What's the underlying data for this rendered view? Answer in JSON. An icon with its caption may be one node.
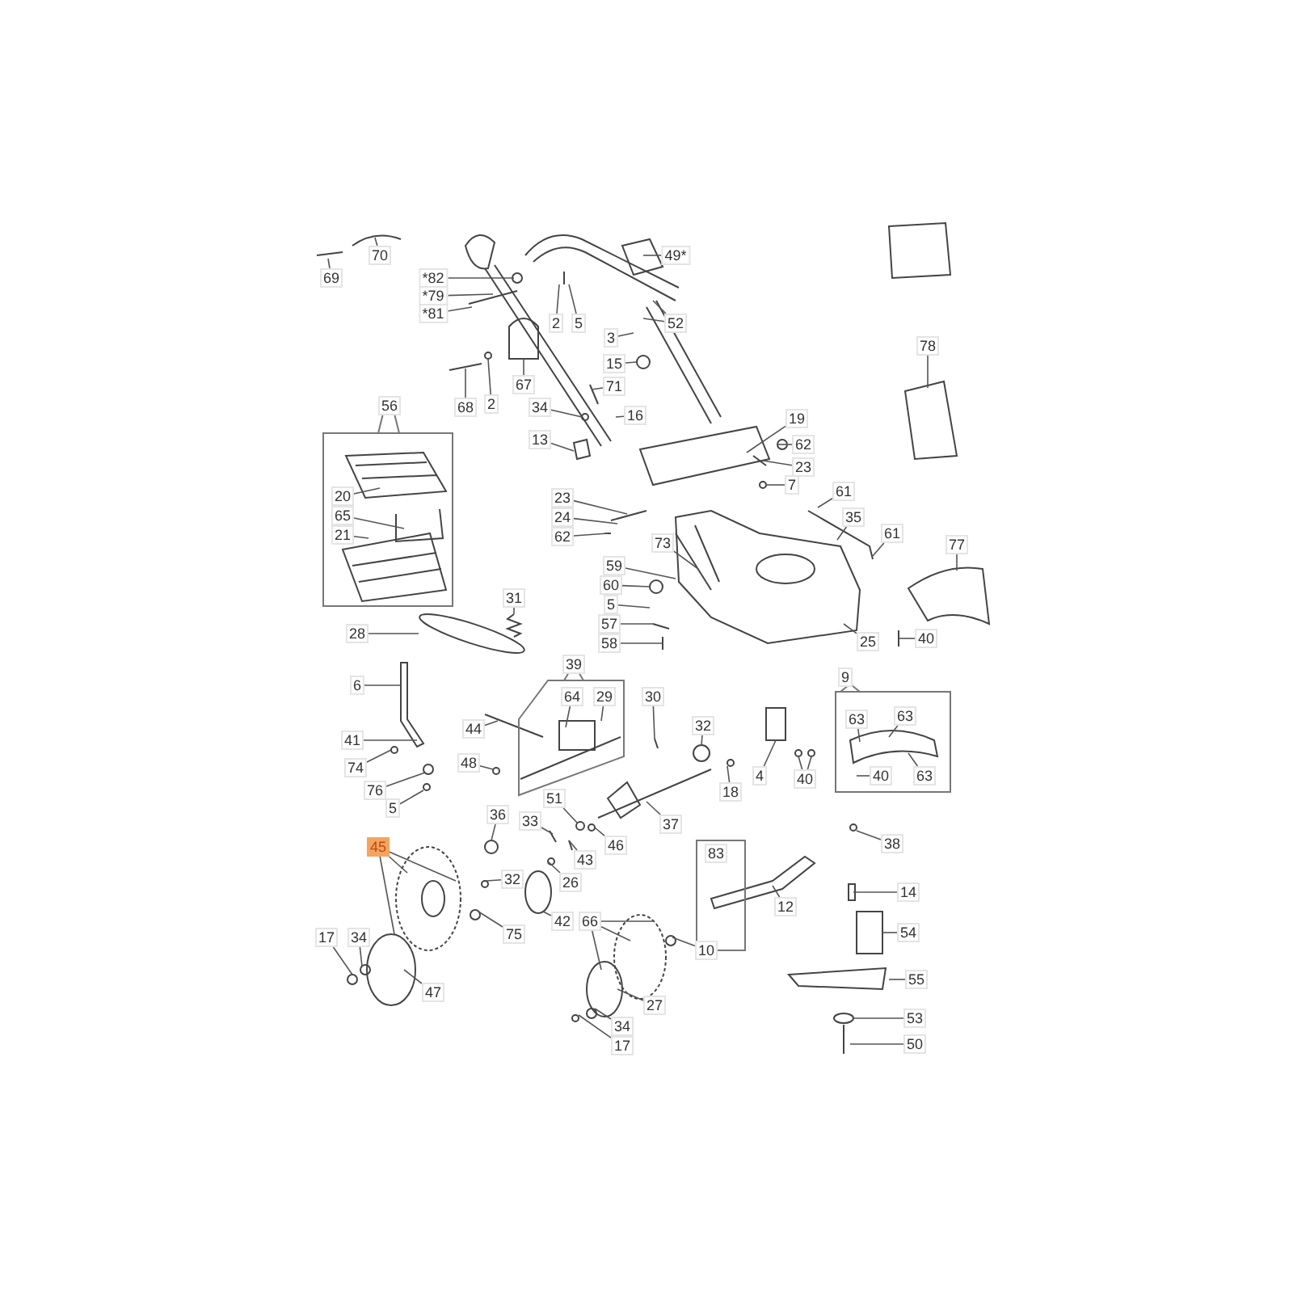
{
  "diagram": {
    "nodes": [
      {
        "text": [
          "69"
        ]
      },
      {
        "text": [
          "70"
        ]
      },
      {
        "text": [
          "*82"
        ]
      },
      {
        "text": [
          "*79"
        ]
      },
      {
        "text": [
          "*81"
        ]
      },
      {
        "text": [
          "49*"
        ]
      },
      {
        "text": [
          "2"
        ]
      },
      {
        "text": [
          "5"
        ]
      },
      {
        "text": [
          "52"
        ]
      },
      {
        "text": [
          "3"
        ]
      },
      {
        "text": [
          "15"
        ]
      },
      {
        "text": [
          "67"
        ]
      },
      {
        "text": [
          "68"
        ]
      },
      {
        "text": [
          "2"
        ]
      },
      {
        "text": [
          "71"
        ]
      },
      {
        "text": [
          "56"
        ]
      },
      {
        "text": [
          "20"
        ],
        "in": 15
      },
      {
        "text": [
          "65"
        ],
        "in": 15
      },
      {
        "text": [
          "21"
        ],
        "in": 15
      },
      {
        "text": [
          "34"
        ]
      },
      {
        "text": [
          "16"
        ]
      },
      {
        "text": [
          "13"
        ]
      },
      {
        "text": [
          "19"
        ]
      },
      {
        "text": [
          "62"
        ]
      },
      {
        "text": [
          "23"
        ]
      },
      {
        "text": [
          "7"
        ]
      },
      {
        "text": [
          "61"
        ]
      },
      {
        "text": [
          "35"
        ]
      },
      {
        "text": [
          "23"
        ]
      },
      {
        "text": [
          "24"
        ]
      },
      {
        "text": [
          "62"
        ]
      },
      {
        "text": [
          "61"
        ]
      },
      {
        "text": [
          "78"
        ]
      },
      {
        "text": [
          "77"
        ]
      },
      {
        "text": [
          "73"
        ]
      },
      {
        "text": [
          "59"
        ]
      },
      {
        "text": [
          "60"
        ]
      },
      {
        "text": [
          "5"
        ]
      },
      {
        "text": [
          "57"
        ]
      },
      {
        "text": [
          "58"
        ]
      },
      {
        "text": [
          "28"
        ]
      },
      {
        "text": [
          "31"
        ]
      },
      {
        "text": [
          "25"
        ]
      },
      {
        "text": [
          "40"
        ]
      },
      {
        "text": [
          "39"
        ]
      },
      {
        "text": [
          "64"
        ],
        "in": 44
      },
      {
        "text": [
          "29"
        ],
        "in": 44
      },
      {
        "text": [
          "30"
        ]
      },
      {
        "text": [
          "6"
        ]
      },
      {
        "text": [
          "44"
        ]
      },
      {
        "text": [
          "32"
        ]
      },
      {
        "text": [
          "9"
        ]
      },
      {
        "text": [
          "63"
        ],
        "in": 51
      },
      {
        "text": [
          "63"
        ],
        "in": 51
      },
      {
        "text": [
          "40"
        ],
        "in": 51
      },
      {
        "text": [
          "63"
        ],
        "in": 51
      },
      {
        "text": [
          "41"
        ]
      },
      {
        "text": [
          "74"
        ]
      },
      {
        "text": [
          "48"
        ]
      },
      {
        "text": [
          "4"
        ]
      },
      {
        "text": [
          "40"
        ]
      },
      {
        "text": [
          "18"
        ]
      },
      {
        "text": [
          "76"
        ]
      },
      {
        "text": [
          "5"
        ]
      },
      {
        "text": [
          "51"
        ]
      },
      {
        "text": [
          "38"
        ]
      },
      {
        "text": [
          "36"
        ]
      },
      {
        "text": [
          "37"
        ]
      },
      {
        "text": [
          "33"
        ]
      },
      {
        "text": [
          "83"
        ]
      },
      {
        "text": [
          "45"
        ]
      },
      {
        "text": [
          "46"
        ]
      },
      {
        "text": [
          "43"
        ]
      },
      {
        "text": [
          "26"
        ]
      },
      {
        "text": [
          "32"
        ]
      },
      {
        "text": [
          "14"
        ]
      },
      {
        "text": [
          "42"
        ]
      },
      {
        "text": [
          "12"
        ]
      },
      {
        "text": [
          "66"
        ]
      },
      {
        "text": [
          "75"
        ]
      },
      {
        "text": [
          "54"
        ]
      },
      {
        "text": [
          "17"
        ]
      },
      {
        "text": [
          "34"
        ]
      },
      {
        "text": [
          "10"
        ]
      },
      {
        "text": [
          "55"
        ]
      },
      {
        "text": [
          "47"
        ]
      },
      {
        "text": [
          "27"
        ]
      },
      {
        "text": [
          "53"
        ]
      },
      {
        "text": [
          "34"
        ]
      },
      {
        "text": [
          "17"
        ]
      },
      {
        "text": [
          "50"
        ]
      }
    ],
    "edges": [
      {
        "from": 0,
        "to": null,
        "arrow": "none"
      },
      {
        "from": 1,
        "to": null,
        "arrow": "none"
      },
      {
        "from": 2,
        "to": null,
        "arrow": "none"
      },
      {
        "from": 3,
        "to": null,
        "arrow": "none"
      },
      {
        "from": 4,
        "to": null,
        "arrow": "none"
      },
      {
        "from": 5,
        "to": null,
        "arrow": "none"
      },
      {
        "from": 6,
        "to": null,
        "arrow": "none"
      },
      {
        "from": 7,
        "to": null,
        "arrow": "none"
      },
      {
        "from": 8,
        "to": null,
        "arrow": "none"
      },
      {
        "from": 8,
        "to": null,
        "arrow": "none"
      },
      {
        "from": 9,
        "to": null,
        "arrow": "none"
      },
      {
        "from": 10,
        "to": null,
        "arrow": "none"
      },
      {
        "from": 11,
        "to": null,
        "arrow": "none"
      },
      {
        "from": 12,
        "to": null,
        "arrow": "none"
      },
      {
        "from": 13,
        "to": null,
        "arrow": "none"
      },
      {
        "from": 14,
        "to": null,
        "arrow": "none"
      },
      {
        "from": 16,
        "to": null,
        "arrow": "none"
      },
      {
        "from": 17,
        "to": null,
        "arrow": "none"
      },
      {
        "from": 18,
        "to": null,
        "arrow": "none"
      },
      {
        "from": 19,
        "to": null,
        "arrow": "none"
      },
      {
        "from": 20,
        "to": null,
        "arrow": "none"
      },
      {
        "from": 21,
        "to": null,
        "arrow": "none"
      },
      {
        "from": 22,
        "to": null,
        "arrow": "none"
      },
      {
        "from": 23,
        "to": null,
        "arrow": "none"
      },
      {
        "from": 24,
        "to": null,
        "arrow": "none"
      },
      {
        "from": 25,
        "to": null,
        "arrow": "none"
      },
      {
        "from": 26,
        "to": null,
        "arrow": "none"
      },
      {
        "from": 27,
        "to": null,
        "arrow": "none"
      },
      {
        "from": 28,
        "to": null,
        "arrow": "none"
      },
      {
        "from": 29,
        "to": null,
        "arrow": "none"
      },
      {
        "from": 30,
        "to": null,
        "arrow": "none"
      },
      {
        "from": 31,
        "to": null,
        "arrow": "none"
      },
      {
        "from": 32,
        "to": null,
        "arrow": "none"
      },
      {
        "from": 33,
        "to": null,
        "arrow": "none"
      },
      {
        "from": 34,
        "to": null,
        "arrow": "none"
      },
      {
        "from": 35,
        "to": null,
        "arrow": "none"
      },
      {
        "from": 36,
        "to": null,
        "arrow": "none"
      },
      {
        "from": 37,
        "to": null,
        "arrow": "none"
      },
      {
        "from": 38,
        "to": null,
        "arrow": "none"
      },
      {
        "from": 39,
        "to": null,
        "arrow": "none"
      },
      {
        "from": 40,
        "to": null,
        "arrow": "none"
      },
      {
        "from": 41,
        "to": null,
        "arrow": "none"
      },
      {
        "from": 42,
        "to": null,
        "arrow": "none"
      },
      {
        "from": 43,
        "to": null,
        "arrow": "none"
      },
      {
        "from": 45,
        "to": null,
        "arrow": "none"
      },
      {
        "from": 46,
        "to": null,
        "arrow": "none"
      },
      {
        "from": 47,
        "to": null,
        "arrow": "none"
      },
      {
        "from": 48,
        "to": null,
        "arrow": "none"
      },
      {
        "from": 49,
        "to": null,
        "arrow": "none"
      },
      {
        "from": 50,
        "to": null,
        "arrow": "none"
      },
      {
        "from": 52,
        "to": null,
        "arrow": "none"
      },
      {
        "from": 53,
        "to": null,
        "arrow": "none"
      },
      {
        "from": 54,
        "to": null,
        "arrow": "none"
      },
      {
        "from": 55,
        "to": null,
        "arrow": "none"
      },
      {
        "from": 56,
        "to": null,
        "arrow": "none"
      },
      {
        "from": 57,
        "to": null,
        "arrow": "none"
      },
      {
        "from": 58,
        "to": null,
        "arrow": "none"
      },
      {
        "from": 59,
        "to": null,
        "arrow": "none"
      },
      {
        "from": 60,
        "to": null,
        "arrow": "none"
      },
      {
        "from": 60,
        "to": null,
        "arrow": "none"
      },
      {
        "from": 61,
        "to": null,
        "arrow": "none"
      },
      {
        "from": 62,
        "to": null,
        "arrow": "none"
      },
      {
        "from": 63,
        "to": null,
        "arrow": "none"
      },
      {
        "from": 64,
        "to": null,
        "arrow": "none"
      },
      {
        "from": 65,
        "to": null,
        "arrow": "none"
      },
      {
        "from": 66,
        "to": null,
        "arrow": "none"
      },
      {
        "from": 67,
        "to": null,
        "arrow": "none"
      },
      {
        "from": 68,
        "to": null,
        "arrow": "none"
      },
      {
        "from": 70,
        "to": null,
        "arrow": "none"
      },
      {
        "from": 70,
        "to": null,
        "arrow": "none"
      },
      {
        "from": 70,
        "to": null,
        "arrow": "none"
      },
      {
        "from": 71,
        "to": null,
        "arrow": "none"
      },
      {
        "from": 72,
        "to": null,
        "arrow": "none"
      },
      {
        "from": 73,
        "to": null,
        "arrow": "none"
      },
      {
        "from": 74,
        "to": null,
        "arrow": "none"
      },
      {
        "from": 75,
        "to": null,
        "arrow": "none"
      },
      {
        "from": 76,
        "to": null,
        "arrow": "none"
      },
      {
        "from": 77,
        "to": null,
        "arrow": "none"
      },
      {
        "from": 78,
        "to": null,
        "arrow": "none"
      },
      {
        "from": 78,
        "to": null,
        "arrow": "none"
      },
      {
        "from": 78,
        "to": null,
        "arrow": "none"
      },
      {
        "from": 79,
        "to": null,
        "arrow": "none"
      },
      {
        "from": 80,
        "to": null,
        "arrow": "none"
      },
      {
        "from": 81,
        "to": null,
        "arrow": "none"
      },
      {
        "from": 82,
        "to": null,
        "arrow": "none"
      },
      {
        "from": 83,
        "to": null,
        "arrow": "none"
      },
      {
        "from": 84,
        "to": null,
        "arrow": "none"
      },
      {
        "from": 85,
        "to": null,
        "arrow": "none"
      },
      {
        "from": 86,
        "to": null,
        "arrow": "none"
      },
      {
        "from": 87,
        "to": null,
        "arrow": "none"
      },
      {
        "from": 88,
        "to": null,
        "arrow": "none"
      },
      {
        "from": 89,
        "to": null,
        "arrow": "none"
      },
      {
        "from": 90,
        "to": null,
        "arrow": "none"
      }
    ]
  }
}
